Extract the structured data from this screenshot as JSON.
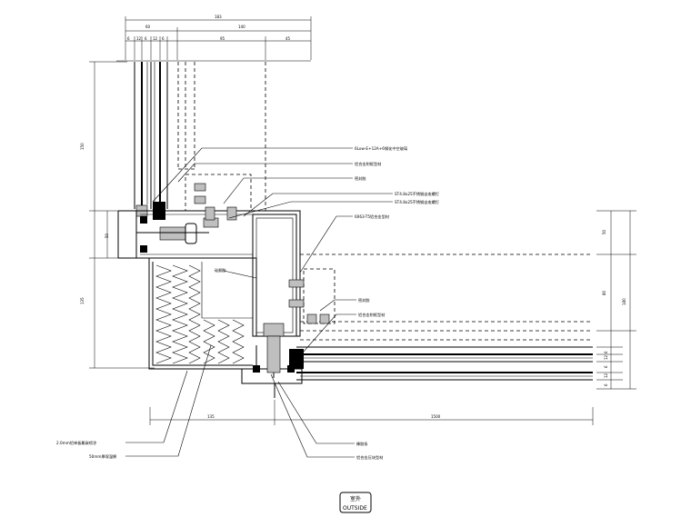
{
  "dimensions": {
    "top_overall": "183",
    "top_left": "60",
    "top_right": "140",
    "top_segments": [
      "6",
      "12",
      "6",
      "12",
      "6"
    ],
    "top_sub_mid": "95",
    "top_sub_right": "45",
    "left_upper": "150",
    "left_mid": "50",
    "left_lower": "135",
    "bottom_left": "135",
    "bottom_right": "1500",
    "right_segments": [
      "50",
      "80",
      "6",
      "12",
      "6",
      "12",
      "6"
    ],
    "right_overall": "180"
  },
  "callouts": {
    "c1": "6Low-E+12A+6钢化中空玻璃",
    "c2": "铝合金附框型材",
    "c3": "密封胶",
    "c4": "ST4.8x25不锈钢自攻螺钉",
    "c5": "ST4.8x25不锈钢自攻螺钉",
    "c6": "6063-T5铝合金型材",
    "c7": "硅酮胶",
    "c8": "密封胶",
    "c9": "铝合金附框型材",
    "c10": "2.0mm铝单板氟碳喷涂",
    "c11": "50mm厚保温棉",
    "c12": "橡胶条",
    "c13": "铝合金压块型材"
  },
  "badge": {
    "top": "室外",
    "bottom": "OUTSIDE"
  }
}
